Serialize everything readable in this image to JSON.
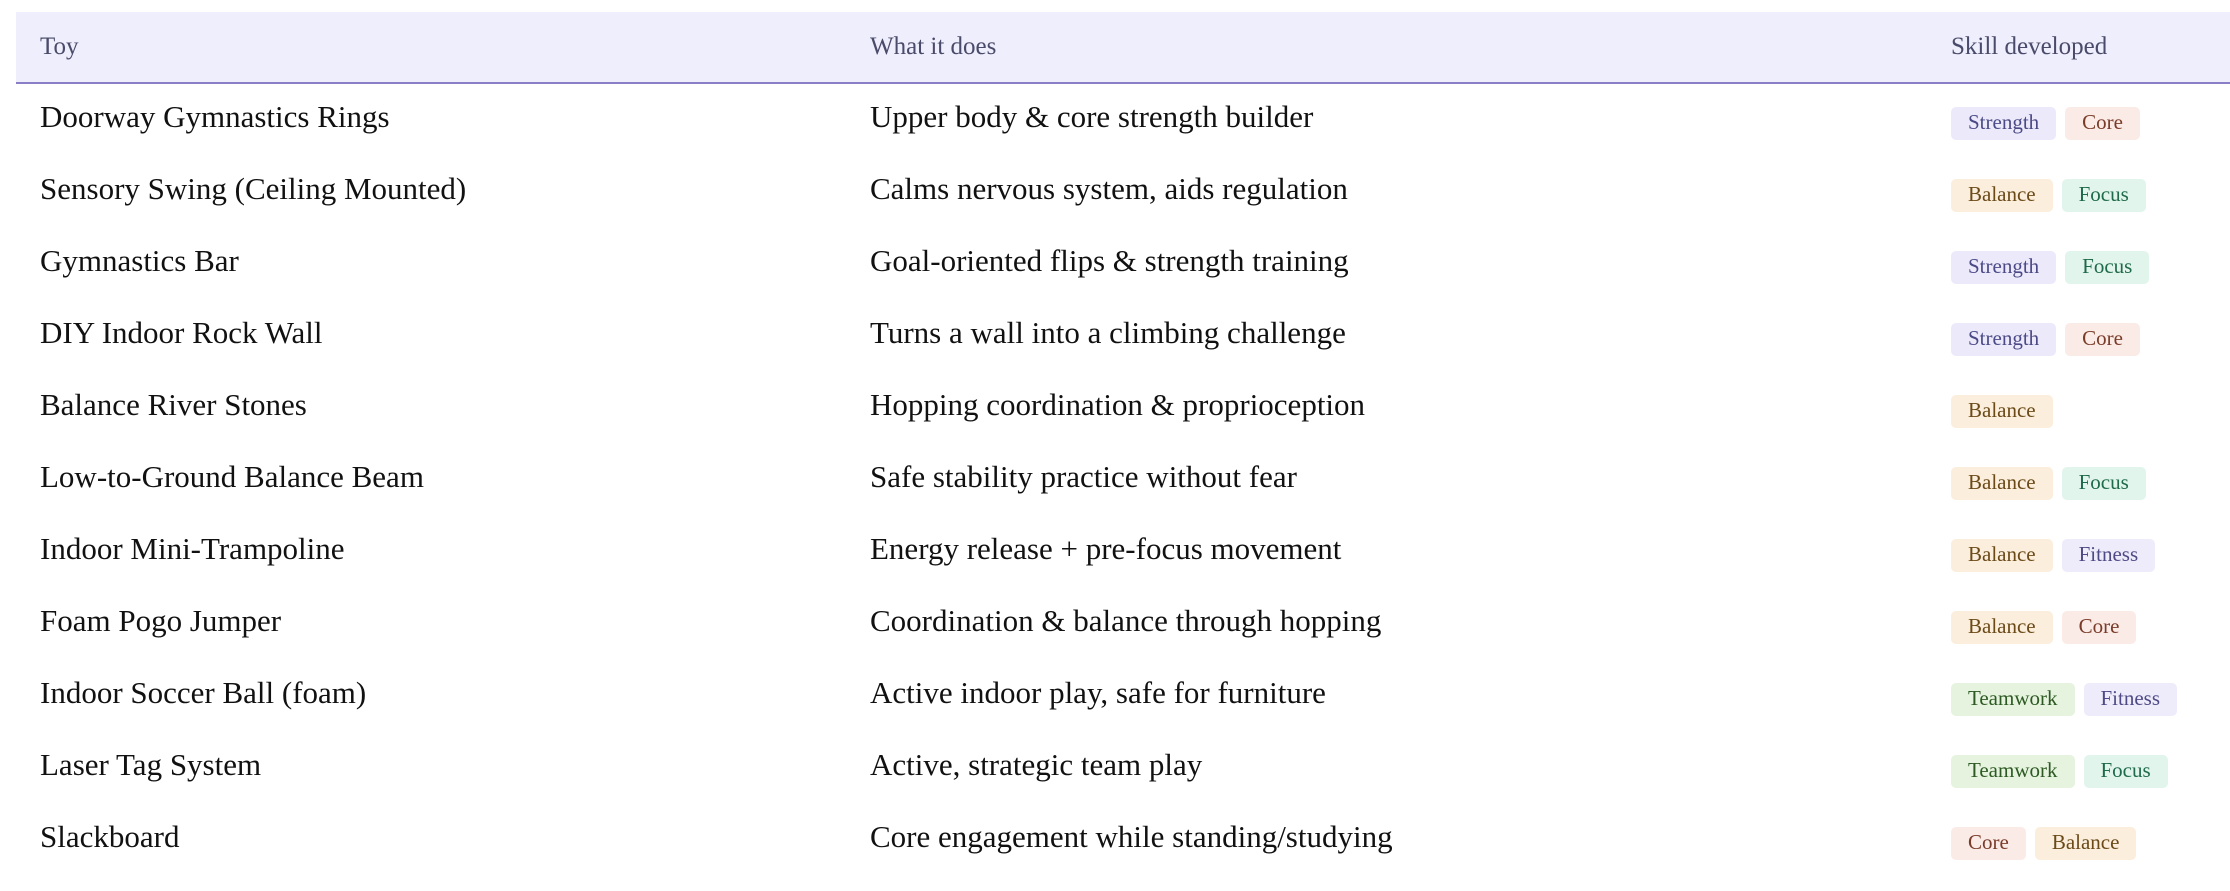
{
  "table": {
    "headers": {
      "toy": "Toy",
      "does": "What it does",
      "skill": "Skill developed"
    },
    "rows": [
      {
        "toy": "Doorway Gymnastics Rings",
        "does": "Upper body & core strength builder",
        "tags": [
          "Strength",
          "Core"
        ]
      },
      {
        "toy": "Sensory Swing (Ceiling Mounted)",
        "does": "Calms nervous system, aids regulation",
        "tags": [
          "Balance",
          "Focus"
        ]
      },
      {
        "toy": "Gymnastics Bar",
        "does": "Goal-oriented flips & strength training",
        "tags": [
          "Strength",
          "Focus"
        ]
      },
      {
        "toy": "DIY Indoor Rock Wall",
        "does": "Turns a wall into a climbing challenge",
        "tags": [
          "Strength",
          "Core"
        ]
      },
      {
        "toy": "Balance River Stones",
        "does": "Hopping coordination & proprioception",
        "tags": [
          "Balance"
        ]
      },
      {
        "toy": "Low-to-Ground Balance Beam",
        "does": "Safe stability practice without fear",
        "tags": [
          "Balance",
          "Focus"
        ]
      },
      {
        "toy": "Indoor Mini-Trampoline",
        "does": "Energy release + pre-focus movement",
        "tags": [
          "Balance",
          "Fitness"
        ]
      },
      {
        "toy": "Foam Pogo Jumper",
        "does": "Coordination & balance through hopping",
        "tags": [
          "Balance",
          "Core"
        ]
      },
      {
        "toy": "Indoor Soccer Ball (foam)",
        "does": "Active indoor play, safe for furniture",
        "tags": [
          "Teamwork",
          "Fitness"
        ]
      },
      {
        "toy": "Laser Tag System",
        "does": "Active, strategic team play",
        "tags": [
          "Teamwork",
          "Focus"
        ]
      },
      {
        "toy": "Slackboard",
        "does": "Core engagement while standing/studying",
        "tags": [
          "Core",
          "Balance"
        ]
      }
    ]
  },
  "tag_colors": {
    "Strength": "#eceafa",
    "Core": "#fbebe6",
    "Balance": "#fbeedc",
    "Focus": "#e1f5ec",
    "Fitness": "#eeecfb",
    "Teamwork": "#e5f3df"
  }
}
